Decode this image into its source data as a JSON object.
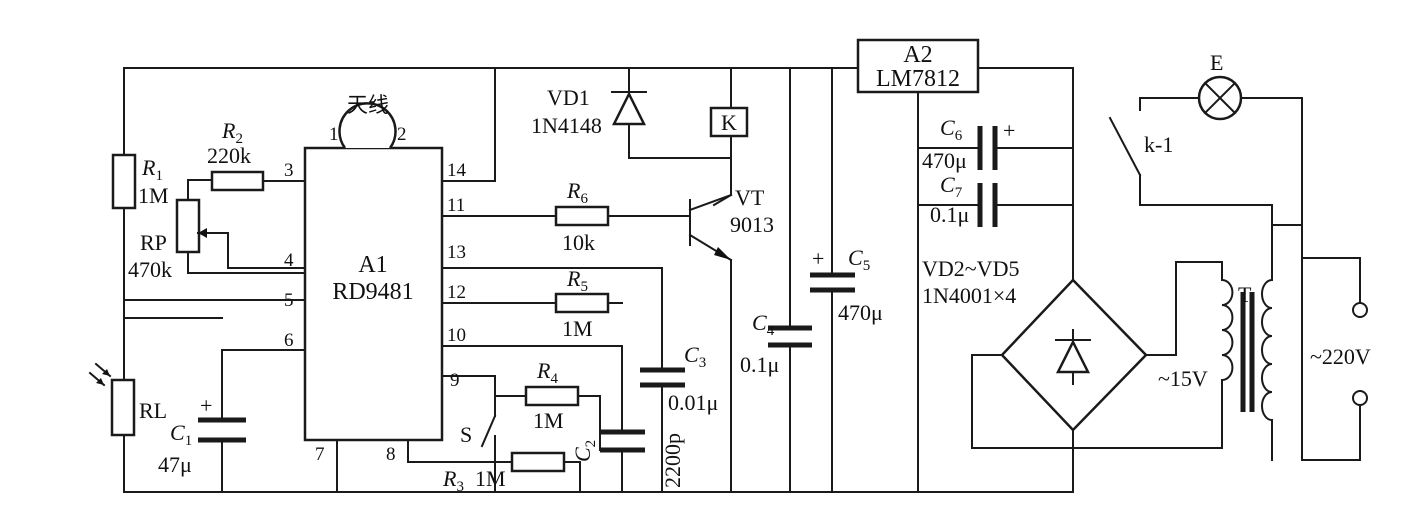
{
  "ic_a1": {
    "ref": "A1",
    "part": "RD9481"
  },
  "ic_a2": {
    "ref": "A2",
    "part": "LM7812"
  },
  "antenna": {
    "label": "天线",
    "pin_left": "1",
    "pin_right": "2"
  },
  "pins": {
    "p3": "3",
    "p4": "4",
    "p5": "5",
    "p6": "6",
    "p7": "7",
    "p8": "8",
    "p9": "9",
    "p10": "10",
    "p11": "11",
    "p12": "12",
    "p13": "13",
    "p14": "14"
  },
  "r1": {
    "ref": "R",
    "sub": "1",
    "value": "1M"
  },
  "r2": {
    "ref": "R",
    "sub": "2",
    "value": "220k"
  },
  "r3": {
    "ref": "R",
    "sub": "3",
    "value": "1M"
  },
  "r4": {
    "ref": "R",
    "sub": "4",
    "value": "1M"
  },
  "r5": {
    "ref": "R",
    "sub": "5",
    "value": "1M"
  },
  "r6": {
    "ref": "R",
    "sub": "6",
    "value": "10k"
  },
  "rp": {
    "ref": "RP",
    "value": "470k"
  },
  "rl": {
    "ref": "RL"
  },
  "c1": {
    "ref": "C",
    "sub": "1",
    "value": "47μ",
    "plus": "+"
  },
  "c2": {
    "ref": "C",
    "sub": "2",
    "value": "2200p"
  },
  "c3": {
    "ref": "C",
    "sub": "3",
    "value": "0.01μ"
  },
  "c4": {
    "ref": "C",
    "sub": "4",
    "value": "0.1μ"
  },
  "c5": {
    "ref": "C",
    "sub": "5",
    "value": "470μ",
    "plus": "+"
  },
  "c6": {
    "ref": "C",
    "sub": "6",
    "value": "470μ",
    "plus": "+"
  },
  "c7": {
    "ref": "C",
    "sub": "7",
    "value": "0.1μ"
  },
  "vd1": {
    "ref": "VD1",
    "part": "1N4148"
  },
  "bridge": {
    "ref": "VD2~VD5",
    "part": "1N4001×4"
  },
  "vt": {
    "ref": "VT",
    "part": "9013"
  },
  "relay": {
    "ref": "K",
    "contact": "k-1"
  },
  "switch_s": {
    "ref": "S"
  },
  "lamp": {
    "ref": "E"
  },
  "transformer": {
    "ref": "T",
    "secondary": "~15V",
    "mains": "~220V"
  }
}
